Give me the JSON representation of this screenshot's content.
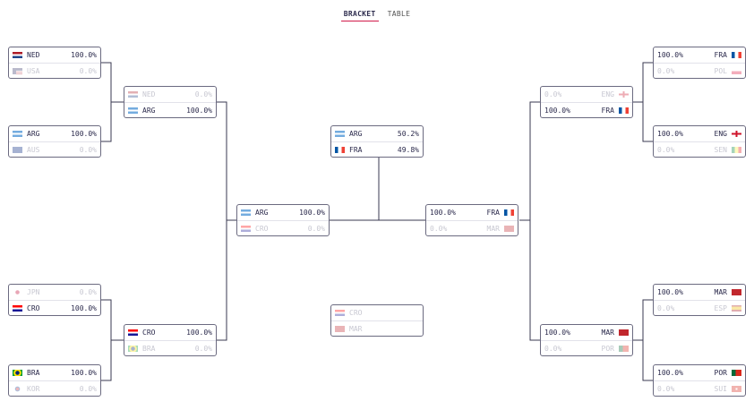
{
  "tabs": {
    "bracket": "BRACKET",
    "table": "TABLE"
  },
  "matches": {
    "r16_1": [
      {
        "team": "NED",
        "flag": "flag-netherlands",
        "pct": "100.0%",
        "dim": false
      },
      {
        "team": "USA",
        "flag": "flag-usa",
        "pct": "0.0%",
        "dim": true
      }
    ],
    "r16_2": [
      {
        "team": "ARG",
        "flag": "flag-argentina",
        "pct": "100.0%",
        "dim": false
      },
      {
        "team": "AUS",
        "flag": "flag-australia",
        "pct": "0.0%",
        "dim": true
      }
    ],
    "r16_3": [
      {
        "team": "JPN",
        "flag": "flag-japan",
        "pct": "0.0%",
        "dim": true
      },
      {
        "team": "CRO",
        "flag": "flag-croatia",
        "pct": "100.0%",
        "dim": false
      }
    ],
    "r16_4": [
      {
        "team": "BRA",
        "flag": "flag-brazil",
        "pct": "100.0%",
        "dim": false
      },
      {
        "team": "KOR",
        "flag": "flag-korea",
        "pct": "0.0%",
        "dim": true
      }
    ],
    "qf_1": [
      {
        "team": "NED",
        "flag": "flag-netherlands",
        "pct": "0.0%",
        "dim": true
      },
      {
        "team": "ARG",
        "flag": "flag-argentina",
        "pct": "100.0%",
        "dim": false
      }
    ],
    "qf_2": [
      {
        "team": "CRO",
        "flag": "flag-croatia",
        "pct": "100.0%",
        "dim": false
      },
      {
        "team": "BRA",
        "flag": "flag-brazil",
        "pct": "0.0%",
        "dim": true
      }
    ],
    "sf_1": [
      {
        "team": "ARG",
        "flag": "flag-argentina",
        "pct": "100.0%",
        "dim": false
      },
      {
        "team": "CRO",
        "flag": "flag-croatia",
        "pct": "0.0%",
        "dim": true
      }
    ],
    "final": [
      {
        "team": "ARG",
        "flag": "flag-argentina",
        "pct": "50.2%",
        "dim": false
      },
      {
        "team": "FRA",
        "flag": "flag-france",
        "pct": "49.8%",
        "dim": false
      }
    ],
    "third": [
      {
        "team": "CRO",
        "flag": "flag-croatia",
        "pct": "",
        "dim": true
      },
      {
        "team": "MAR",
        "flag": "flag-morocco",
        "pct": "",
        "dim": true
      }
    ],
    "sf_2": [
      {
        "team": "FRA",
        "flag": "flag-france",
        "pct": "100.0%",
        "dim": false
      },
      {
        "team": "MAR",
        "flag": "flag-morocco",
        "pct": "0.0%",
        "dim": true
      }
    ],
    "qf_3": [
      {
        "team": "ENG",
        "flag": "flag-england",
        "pct": "0.0%",
        "dim": true
      },
      {
        "team": "FRA",
        "flag": "flag-france",
        "pct": "100.0%",
        "dim": false
      }
    ],
    "qf_4": [
      {
        "team": "MAR",
        "flag": "flag-morocco",
        "pct": "100.0%",
        "dim": false
      },
      {
        "team": "POR",
        "flag": "flag-portugal",
        "pct": "0.0%",
        "dim": true
      }
    ],
    "r16_5": [
      {
        "team": "FRA",
        "flag": "flag-france",
        "pct": "100.0%",
        "dim": false
      },
      {
        "team": "POL",
        "flag": "flag-poland",
        "pct": "0.0%",
        "dim": true
      }
    ],
    "r16_6": [
      {
        "team": "ENG",
        "flag": "flag-england",
        "pct": "100.0%",
        "dim": false
      },
      {
        "team": "SEN",
        "flag": "flag-senegal",
        "pct": "0.0%",
        "dim": true
      }
    ],
    "r16_7": [
      {
        "team": "MAR",
        "flag": "flag-morocco",
        "pct": "100.0%",
        "dim": false
      },
      {
        "team": "ESP",
        "flag": "flag-spain",
        "pct": "0.0%",
        "dim": true
      }
    ],
    "r16_8": [
      {
        "team": "POR",
        "flag": "flag-portugal",
        "pct": "100.0%",
        "dim": false
      },
      {
        "team": "SUI",
        "flag": "flag-switzerland",
        "pct": "0.0%",
        "dim": true
      }
    ]
  },
  "colors": {
    "accent": "#d11a4a",
    "text": "#2b2a4c",
    "dim": "#c8c8d2",
    "line": "#3a3950"
  }
}
